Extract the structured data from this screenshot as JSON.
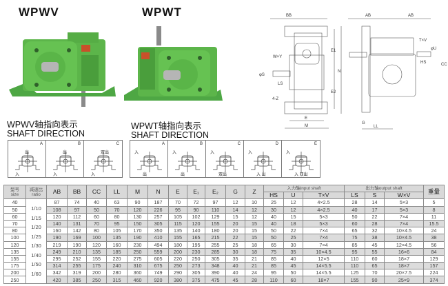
{
  "models": {
    "wpwv": "WPWV",
    "wpwt": "WPWT"
  },
  "shaft_direction": {
    "wpwv_title": "WPWV轴指向表示",
    "wpwt_title": "WPWT轴指向表示",
    "subtitle": "SHAFT DIRECTION",
    "wpwv": [
      {
        "letter": "A",
        "top": "出",
        "bottom": "入"
      },
      {
        "letter": "B",
        "top": "出",
        "bottom": "入"
      },
      {
        "letter": "C",
        "top": "双出",
        "bottom": "入"
      }
    ],
    "wpwt": [
      {
        "letter": "A",
        "top": "入",
        "bottom": "出"
      },
      {
        "letter": "B",
        "top": "入",
        "bottom": "出"
      },
      {
        "letter": "C",
        "top": "入",
        "bottom": "双出"
      },
      {
        "letter": "D",
        "top": "入",
        "bottom": "入 出"
      },
      {
        "letter": "E",
        "top": "入",
        "bottom": "入 双出"
      }
    ]
  },
  "drawing_labels": {
    "bb": "BB",
    "ab": "AB",
    "wxy": "W×Y",
    "s": "φS",
    "ls": "LS",
    "z": "4-Z",
    "e": "E",
    "m": "M",
    "n": "N",
    "e1": "E1",
    "e2": "E2",
    "txv": "T×V",
    "u": "φU",
    "hs": "HS",
    "cc": "CC",
    "g": "G",
    "ll": "LL"
  },
  "table": {
    "size_header": "型号",
    "size_header_en": "size",
    "ratio_header": "减速比",
    "ratio_header_en": "ratio",
    "dim_headers": [
      "AB",
      "BB",
      "CC",
      "LL",
      "M",
      "N",
      "E",
      "E₁",
      "E₂",
      "G",
      "Z"
    ],
    "input_group": "入力轴input shaft",
    "output_group": "出力轴output shaft",
    "weight_header": "重量",
    "input_headers": [
      "HS",
      "U",
      "T×V"
    ],
    "output_headers": [
      "LS",
      "S",
      "W×V"
    ],
    "ratios": [
      "1/10",
      "1/15",
      "1/20",
      "1/25",
      "1/30",
      "1/40",
      "1/50",
      "1/60"
    ],
    "rows": [
      [
        "40",
        "87",
        "74",
        "40",
        "63",
        "90",
        "187",
        "70",
        "72",
        "97",
        "12",
        "10",
        "25",
        "12",
        "4×2.5",
        "28",
        "14",
        "5×3",
        "5"
      ],
      [
        "50",
        "108",
        "97",
        "50",
        "70",
        "120",
        "226",
        "95",
        "90",
        "110",
        "14",
        "12",
        "30",
        "12",
        "4×2.5",
        "40",
        "17",
        "5×3",
        "8"
      ],
      [
        "60",
        "120",
        "112",
        "60",
        "80",
        "130",
        "257",
        "105",
        "102",
        "129",
        "15",
        "12",
        "40",
        "15",
        "5×3",
        "50",
        "22",
        "7×4",
        "11"
      ],
      [
        "70",
        "140",
        "131",
        "70",
        "95",
        "150",
        "305",
        "115",
        "120",
        "155",
        "20",
        "15",
        "40",
        "18",
        "5×3",
        "60",
        "28",
        "7×4",
        "15.5"
      ],
      [
        "80",
        "160",
        "142",
        "80",
        "105",
        "170",
        "350",
        "135",
        "140",
        "180",
        "20",
        "15",
        "50",
        "22",
        "7×4",
        "65",
        "32",
        "10×4.5",
        "24"
      ],
      [
        "100",
        "190",
        "169",
        "100",
        "135",
        "190",
        "410",
        "155",
        "165",
        "215",
        "22",
        "15",
        "50",
        "25",
        "7×4",
        "75",
        "38",
        "10×4.5",
        "38"
      ],
      [
        "120",
        "219",
        "190",
        "120",
        "160",
        "230",
        "494",
        "180",
        "195",
        "255",
        "25",
        "18",
        "65",
        "30",
        "7×4",
        "85",
        "45",
        "12×4.5",
        "56"
      ],
      [
        "135",
        "249",
        "210",
        "135",
        "185",
        "250",
        "559",
        "200",
        "230",
        "285",
        "30",
        "18",
        "75",
        "35",
        "10×4.5",
        "95",
        "55",
        "16×6",
        "84"
      ],
      [
        "155",
        "295",
        "252",
        "155",
        "220",
        "275",
        "605",
        "220",
        "250",
        "305",
        "35",
        "21",
        "85",
        "40",
        "12×5",
        "110",
        "60",
        "18×7",
        "129"
      ],
      [
        "175",
        "314",
        "255",
        "175",
        "240",
        "310",
        "675",
        "250",
        "273",
        "348",
        "40",
        "21",
        "85",
        "45",
        "14×5.5",
        "110",
        "65",
        "18×7",
        "157"
      ],
      [
        "200",
        "342",
        "319",
        "200",
        "280",
        "360",
        "749",
        "290",
        "305",
        "390",
        "40",
        "24",
        "95",
        "50",
        "14×5.5",
        "125",
        "70",
        "20×7.5",
        "224"
      ],
      [
        "250",
        "420",
        "385",
        "250",
        "315",
        "460",
        "920",
        "380",
        "375",
        "475",
        "45",
        "28",
        "110",
        "60",
        "18×7",
        "155",
        "90",
        "25×9",
        "374"
      ]
    ]
  },
  "colors": {
    "green": "#5cb54a",
    "green_dark": "#3d8a33",
    "header_bg": "#d9d9d9"
  }
}
